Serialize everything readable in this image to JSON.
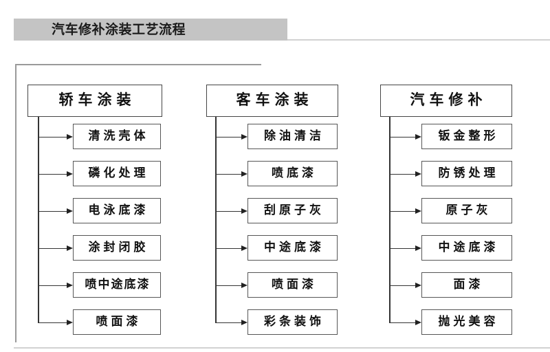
{
  "header": {
    "title": "汽车修补涂装工艺流程",
    "banner_color": "#c4c4c4",
    "rule_color": "#d2d2d2"
  },
  "diagram": {
    "frame_color": "#9a9a9a",
    "box_border_color": "#444444",
    "connector_color": "#333333",
    "columns": [
      {
        "title": "轿车涂装",
        "steps": [
          "清洗壳体",
          "磷化处理",
          "电泳底漆",
          "涂封闭胶",
          "喷中途底漆",
          "喷面漆"
        ]
      },
      {
        "title": "客车涂装",
        "steps": [
          "除油清洁",
          "喷底漆",
          "刮原子灰",
          "中途底漆",
          "喷面漆",
          "彩条装饰"
        ]
      },
      {
        "title": "汽车修补",
        "steps": [
          "钣金整形",
          "防锈处理",
          "原子灰",
          "中途底漆",
          "面漆",
          "抛光美容"
        ]
      }
    ]
  }
}
